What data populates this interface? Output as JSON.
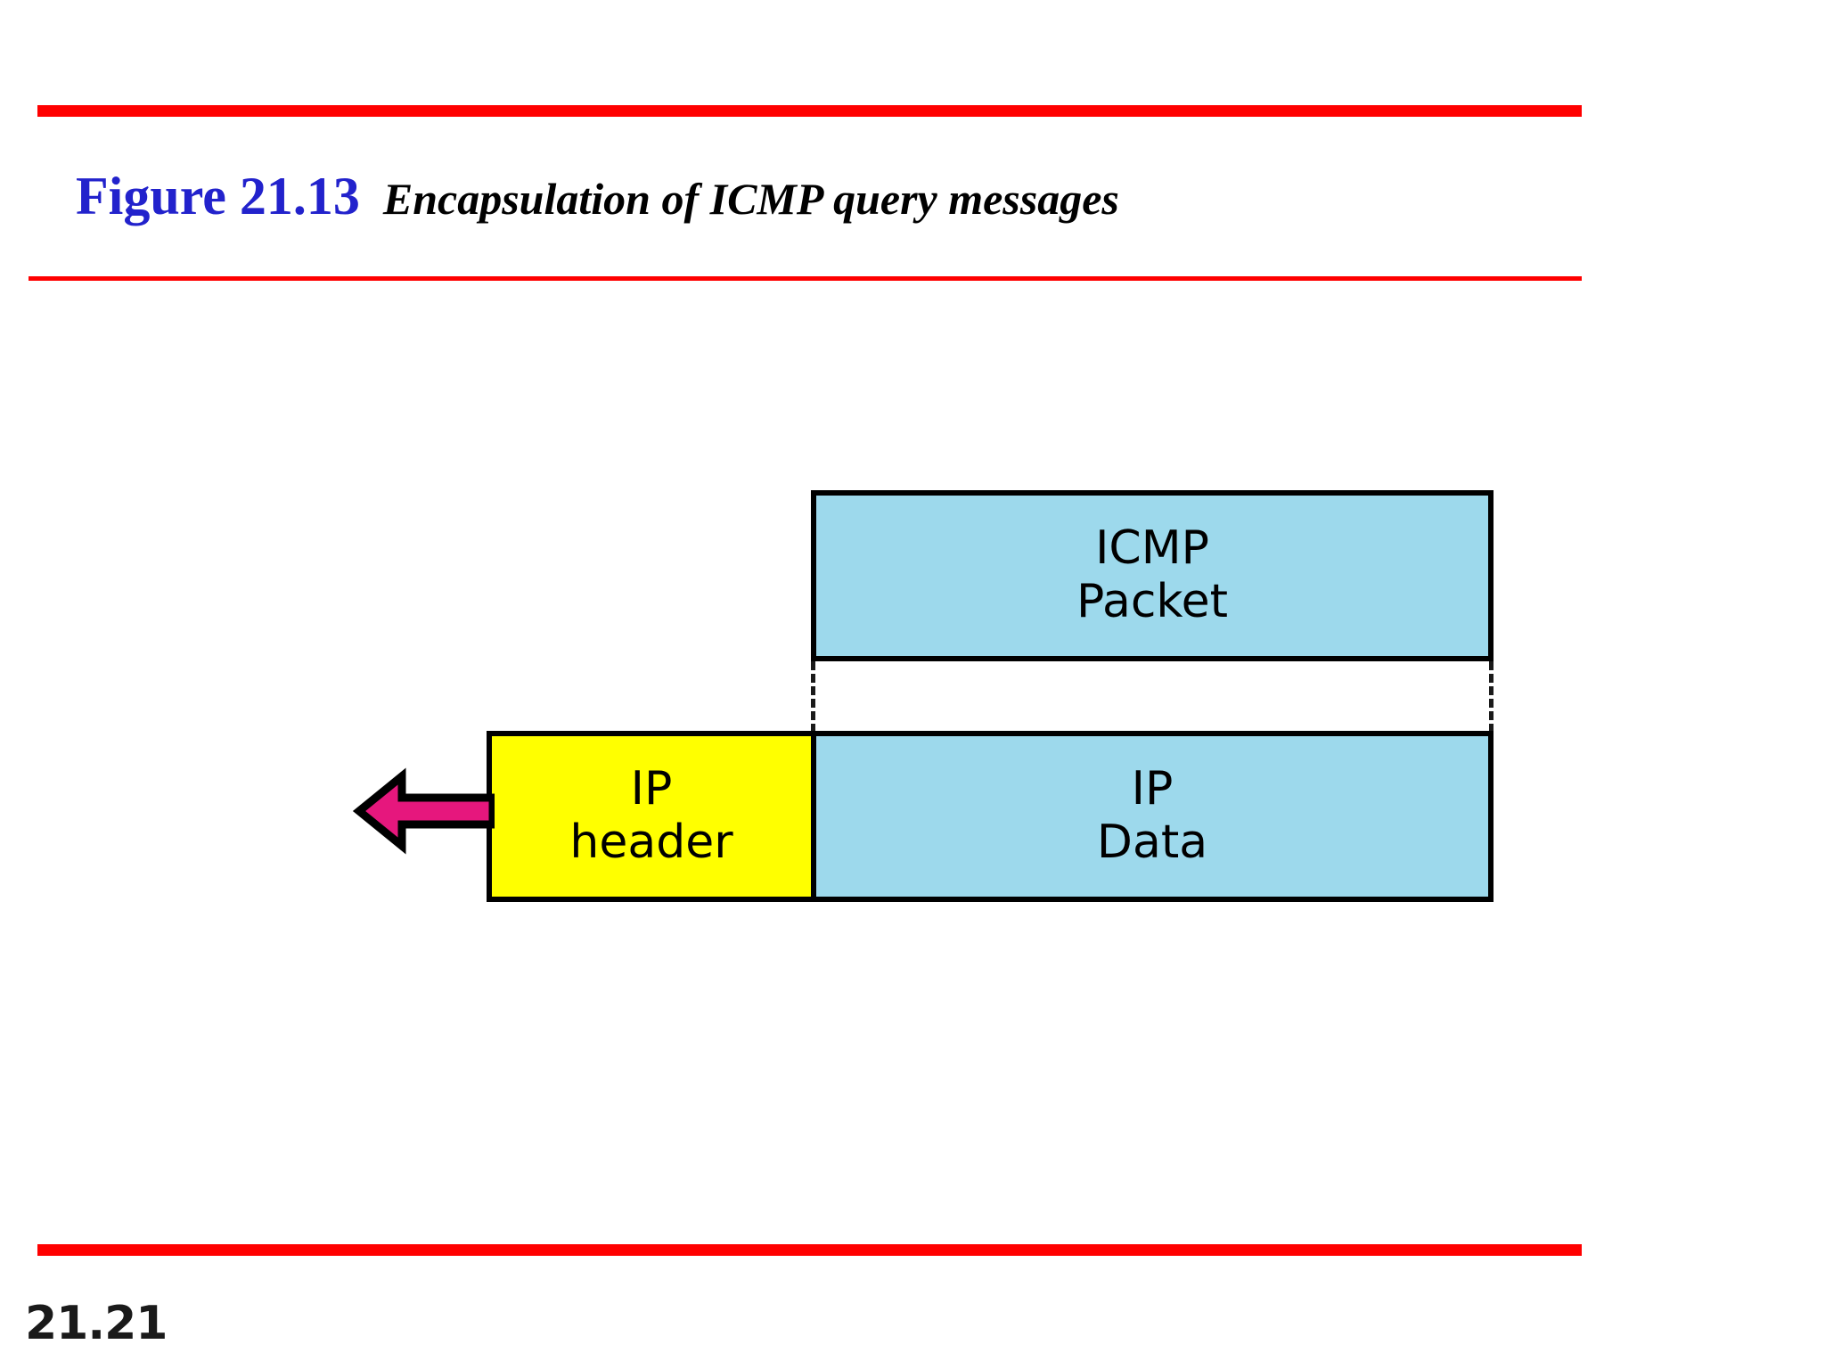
{
  "slide": {
    "figure_number": "Figure 21.13",
    "figure_caption": "Encapsulation of ICMP query messages",
    "page_number": "21.21"
  },
  "colors": {
    "rule_red": "#ff0000",
    "figure_number_blue": "#2222cc",
    "packet_blue": "#9dd9ec",
    "header_yellow": "#ffff00",
    "arrow_magenta": "#e6177d",
    "outline_black": "#000000"
  },
  "diagram": {
    "icmp_packet_box": {
      "line1": "ICMP",
      "line2": "Packet"
    },
    "ip_header_box": {
      "line1": "IP",
      "line2": "header"
    },
    "ip_data_box": {
      "line1": "IP",
      "line2": "Data"
    },
    "arrow": {
      "direction": "left",
      "label": ""
    }
  }
}
